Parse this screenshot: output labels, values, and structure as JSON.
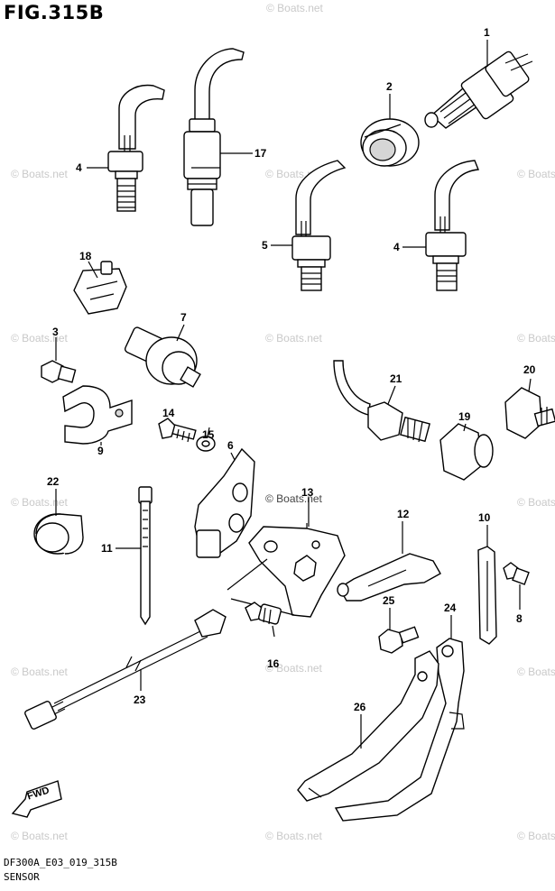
{
  "figure": {
    "title": "FIG.315B",
    "code": "DF300A_E03_019_315B",
    "name": "SENSOR"
  },
  "watermark": "© Boats.net",
  "badge": "FWD",
  "callouts": [
    {
      "id": "c1",
      "label": "1"
    },
    {
      "id": "c2",
      "label": "2"
    },
    {
      "id": "c4a",
      "label": "4"
    },
    {
      "id": "c17",
      "label": "17"
    },
    {
      "id": "c5",
      "label": "5"
    },
    {
      "id": "c4b",
      "label": "4"
    },
    {
      "id": "c18",
      "label": "18"
    },
    {
      "id": "c3",
      "label": "3"
    },
    {
      "id": "c7",
      "label": "7"
    },
    {
      "id": "c21",
      "label": "21"
    },
    {
      "id": "c20",
      "label": "20"
    },
    {
      "id": "c19",
      "label": "19"
    },
    {
      "id": "c9",
      "label": "9"
    },
    {
      "id": "c14",
      "label": "14"
    },
    {
      "id": "c15",
      "label": "15"
    },
    {
      "id": "c6",
      "label": "6"
    },
    {
      "id": "c13",
      "label": "13"
    },
    {
      "id": "c22",
      "label": "22"
    },
    {
      "id": "c11",
      "label": "11"
    },
    {
      "id": "c12",
      "label": "12"
    },
    {
      "id": "c10",
      "label": "10"
    },
    {
      "id": "c25",
      "label": "25"
    },
    {
      "id": "c24",
      "label": "24"
    },
    {
      "id": "c8",
      "label": "8"
    },
    {
      "id": "c16",
      "label": "16"
    },
    {
      "id": "c23",
      "label": "23"
    },
    {
      "id": "c26",
      "label": "26"
    }
  ]
}
